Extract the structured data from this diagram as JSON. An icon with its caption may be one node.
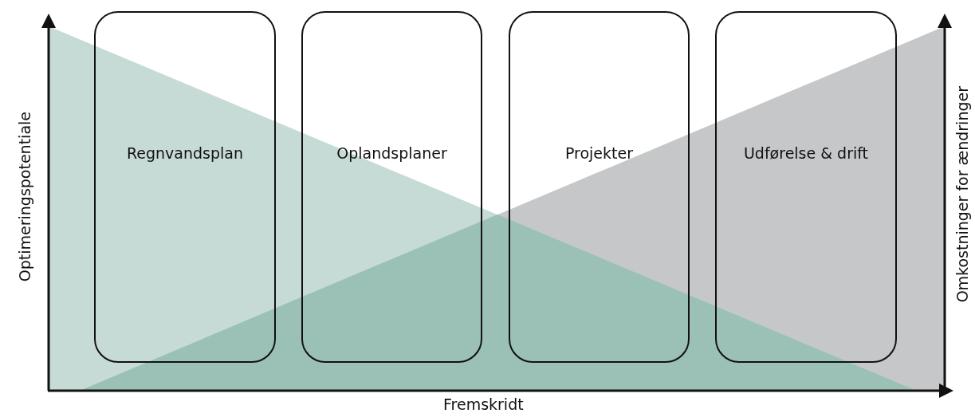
{
  "diagram": {
    "nodes": [
      {
        "text": [
          "Regnvandsplan"
        ]
      },
      {
        "text": [
          "Oplandsplaner"
        ]
      },
      {
        "text": [
          "Projekter"
        ]
      },
      {
        "text": [
          "Udførelse & drift"
        ]
      }
    ],
    "labels": [
      "Optimeringspotentiale",
      "Omkostninger for ændringer",
      "Fremskridt"
    ]
  }
}
